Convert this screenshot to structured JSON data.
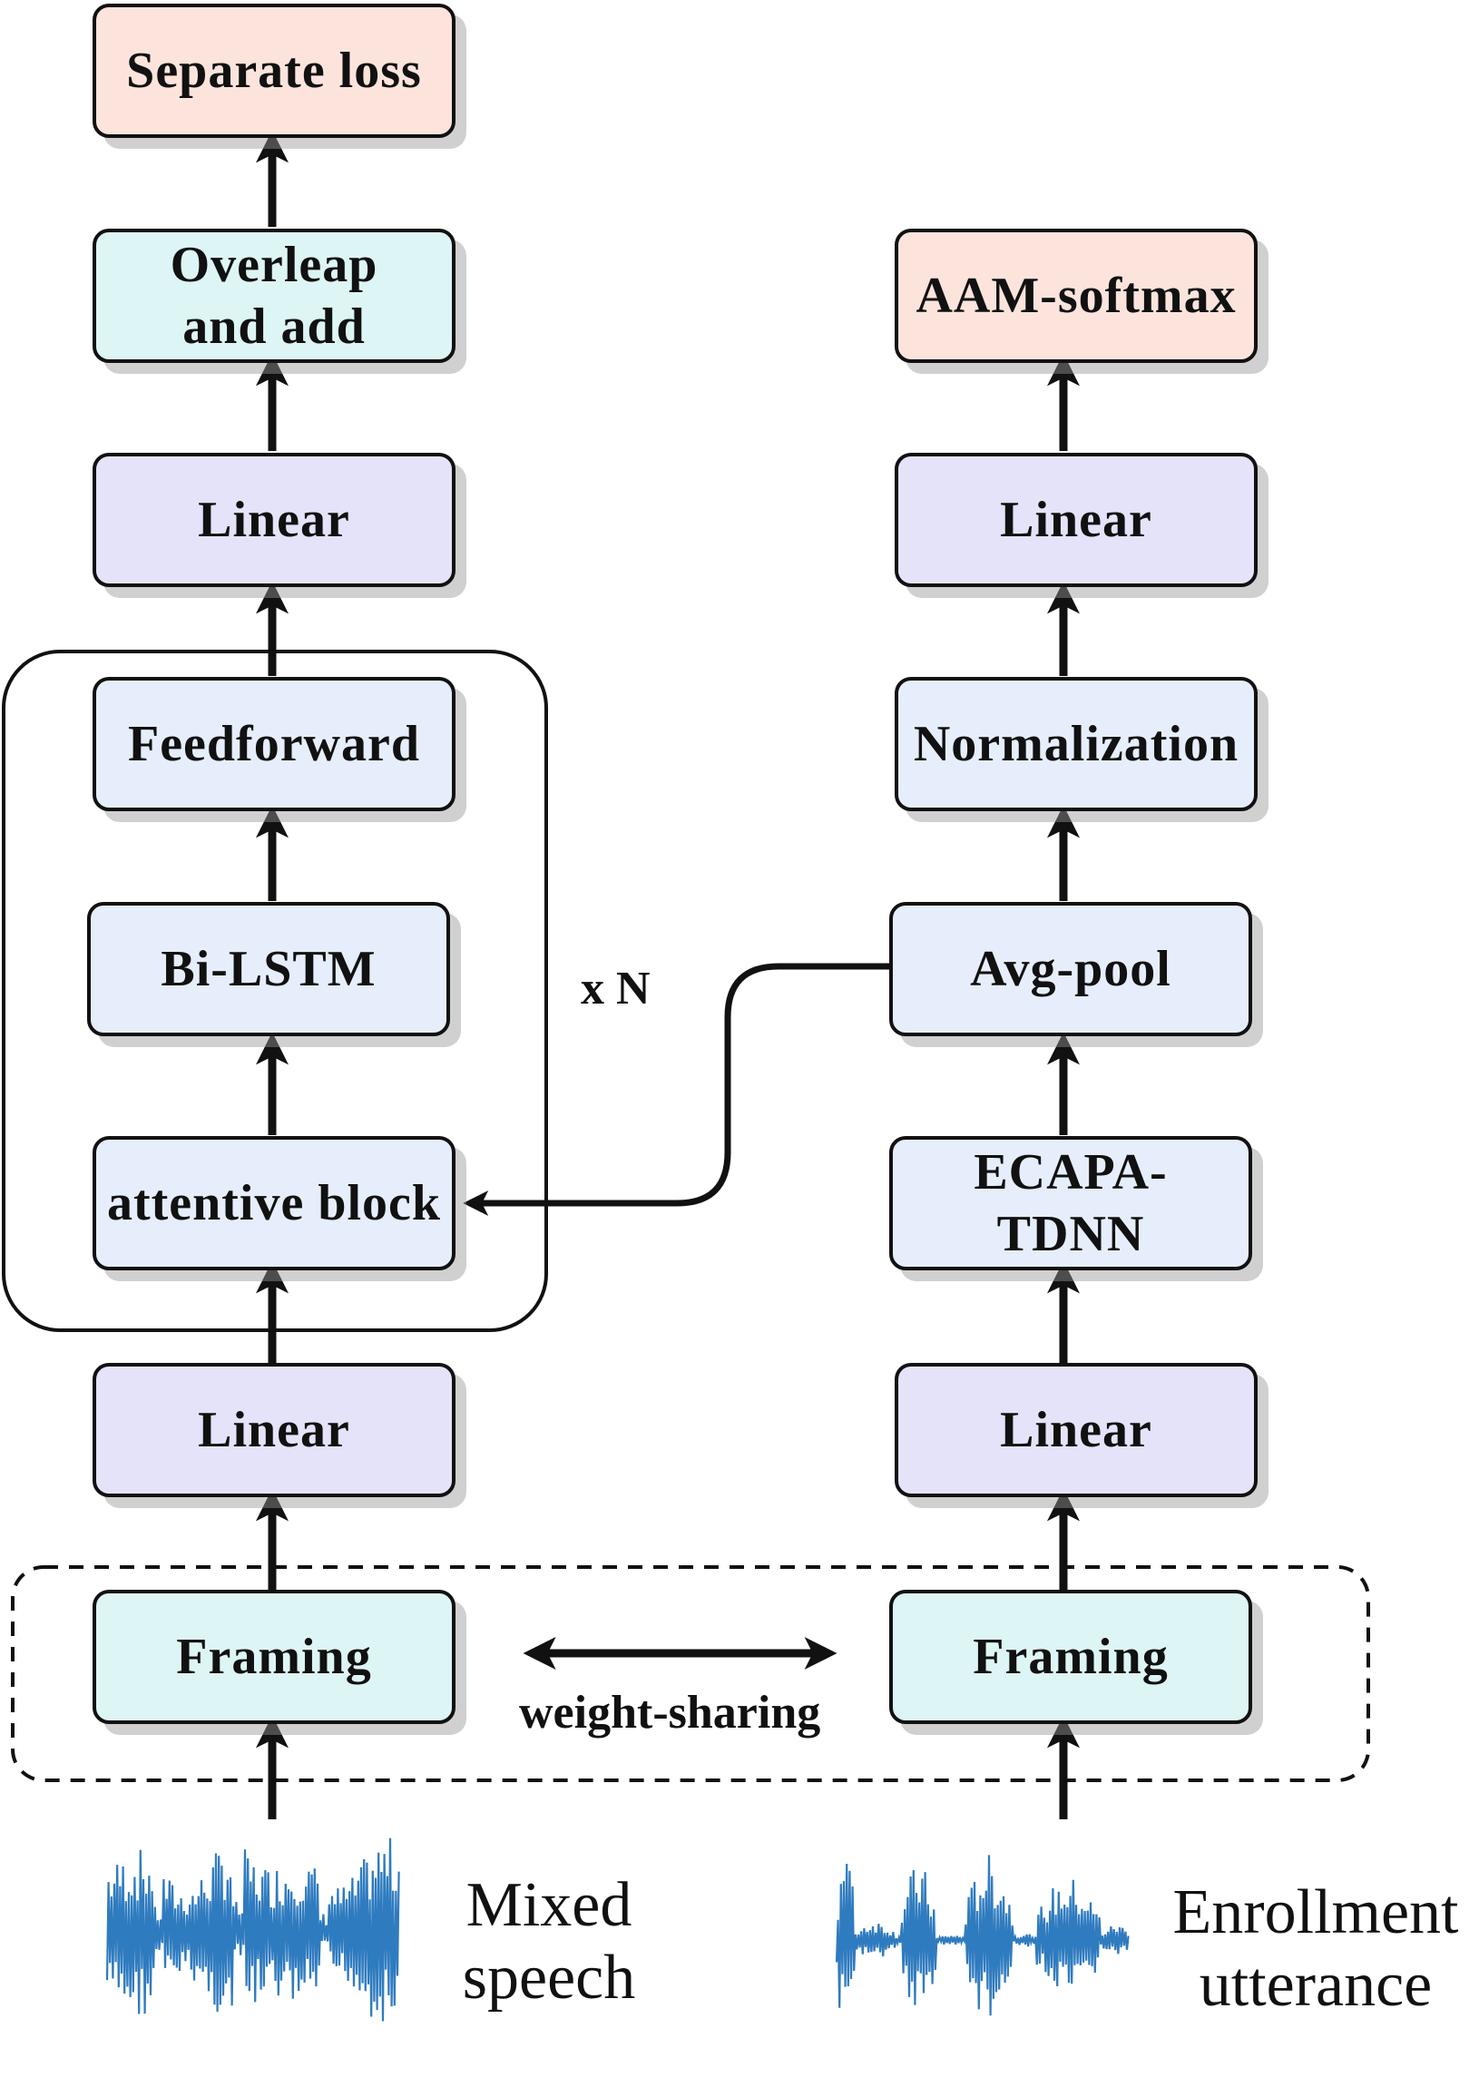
{
  "left_column": {
    "separate_loss": "Separate loss",
    "overlap_add": "Overleap and add",
    "linear_top": "Linear",
    "feedforward": "Feedforward",
    "bilstm": "Bi-LSTM",
    "attentive_block": "attentive block",
    "linear_bottom": "Linear",
    "framing": "Framing",
    "repeat_label": "x N"
  },
  "right_column": {
    "aam_softmax": "AAM-softmax",
    "linear_top": "Linear",
    "normalization": "Normalization",
    "avg_pool": "Avg-pool",
    "ecapa_tdnn": "ECAPA-TDNN",
    "linear_bottom": "Linear",
    "framing": "Framing"
  },
  "shared": {
    "weight_sharing": "weight-sharing"
  },
  "inputs": {
    "mixed_speech": "Mixed speech",
    "enrollment_utterance": "Enrollment utterance"
  },
  "colors": {
    "loss_fill": "#FCE4DC",
    "framing_fill": "#DDF5F4",
    "linear_fill": "#E4E3FA",
    "block_fill": "#E6EEFB",
    "waveform": "#2F7BBF",
    "stroke": "#111111"
  }
}
